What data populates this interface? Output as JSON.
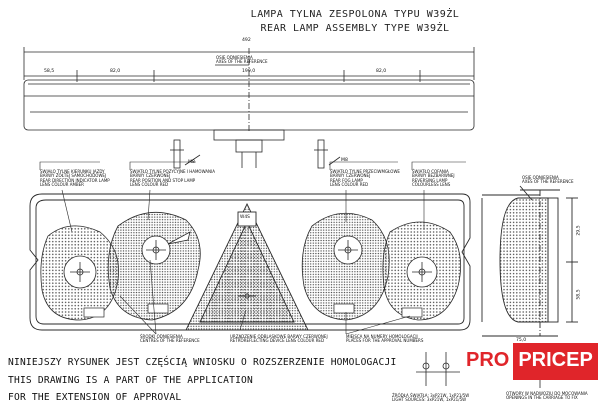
{
  "header": {
    "title_pl": "LAMPA TYLNA ZESPOLONA TYPU W39ŻL",
    "title_en": "REAR LAMP ASSEMBLY TYPE W39ŻL"
  },
  "dimensions": {
    "overall": "492",
    "d1": "58,5",
    "d2": "82,0",
    "d3": "199,0",
    "d4": "82,0",
    "side_height": "58,5",
    "side_width": "75,0",
    "side_upper": "29,5",
    "bolt_left": "M8",
    "bolt_right": "M8"
  },
  "axes": {
    "top": [
      "OSIE ODNIESIENIA",
      "AXES OF THE REFERENCE"
    ],
    "side": [
      "OSIE ODNIESIENIA",
      "AXES OF THE REFERENCE"
    ]
  },
  "labels": {
    "indicator": [
      "SWIAŁO TYLNE KIERUNKU JAZDY",
      "BARWY ŻÓŁTEJ SAMOCHODOWEJ",
      "REAR DIRECTION INDICATOR LAMP",
      "LENS COLOUR AMBER"
    ],
    "stop": [
      "ŚWIATŁO TYLNE POZYCYJNE I HAMOWANIA",
      "BARWY CZERWONEJ",
      "REAR POSITION AND STOP LAMP",
      "LENS COLOUR RED"
    ],
    "fog": [
      "ŚWIATŁO TYLNE PRZECIWMGŁOWE",
      "BARWY CZERWONEJ",
      "REAR FOG LAMP",
      "LENS COLOUR RED"
    ],
    "reverse": [
      "ŚWIATŁO COFANIA",
      "BARWY BEZBARWNEJ",
      "REVERSING LAMP",
      "COLOURLESS LENS"
    ],
    "centres": [
      "ŚRODKI ODNIESIENIA",
      "CENTRES OF THE REFERENCE"
    ],
    "reflector": [
      "URZĄDZENIE ODBLASKOWE BARWY CZERWONEJ",
      "RETROREFLECTING DEVICE LENS COLOUR RED"
    ],
    "approval": [
      "MIEJSCA NA NUMERY HOMOLOGACJI",
      "PLACES FOR THE APPROVAL NUMBERS"
    ],
    "triangle_mark": "W4S",
    "sources": [
      "ŹRÓDŁA ŚWIATŁA: 3xP21W, 1xP21/5W",
      "LIGHT SOURCES: 3xP21W, 1xP21/5W"
    ],
    "openings": [
      "OTWORY W NADWOZIU DO MOCOWANIA",
      "OPENINGS IN THE CARRIAGE TO FIX"
    ]
  },
  "notes": [
    "NINIEJSZY RYSUNEK JEST CZĘŚCIĄ WNIOSKU O ROZSZERZENIE HOMOLOGACJI",
    "THIS DRAWING IS A PART OF THE APPLICATION",
    "FOR THE EXTENSION OF APPROVAL"
  ],
  "brand": {
    "part1": "PRO",
    "part2": "PRICEP"
  },
  "colors": {
    "line": "#2a2a2a",
    "brand_red": "#e0252a"
  }
}
